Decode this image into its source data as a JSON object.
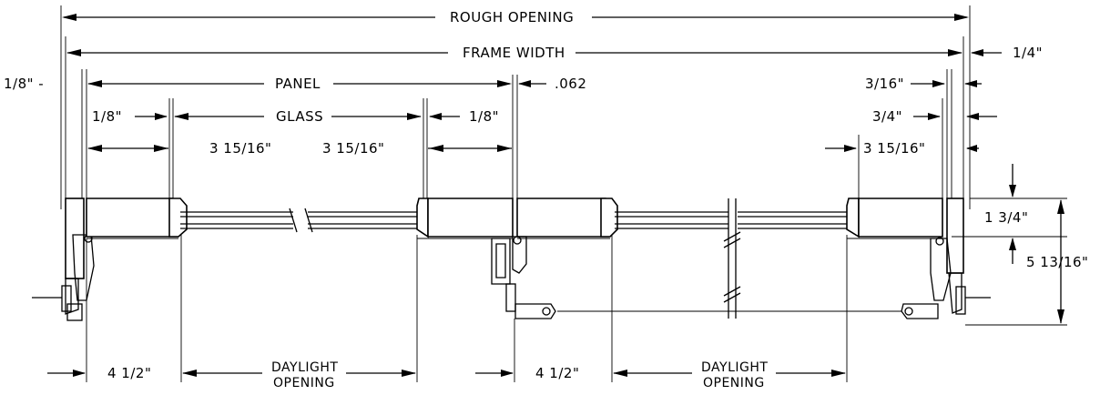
{
  "labels": {
    "rough_opening": "ROUGH OPENING",
    "frame_width": "FRAME WIDTH",
    "quarter_inch": "1/4\"",
    "eighth_left": "1/8\" -",
    "panel": "PANEL",
    "point_062": ".062",
    "three_sixteenths": "3/16\"",
    "eighth_a": "1/8\"",
    "glass": "GLASS",
    "eighth_b": "1/8\"",
    "three_quarters": "3/4\"",
    "dim_3_15_16_a": "3  15/16\"",
    "dim_3_15_16_b": "3  15/16\"",
    "dim_3_15_16_c": "3  15/16\"",
    "dim_1_3_4": "1  3/4\"",
    "dim_5_13_16": "5  13/16\"",
    "dim_4_1_2_a": "4  1/2\"",
    "daylight_a_line1": "DAYLIGHT",
    "daylight_a_line2": "OPENING",
    "dim_4_1_2_b": "4  1/2\"",
    "daylight_b_line1": "DAYLIGHT",
    "daylight_b_line2": "OPENING"
  }
}
